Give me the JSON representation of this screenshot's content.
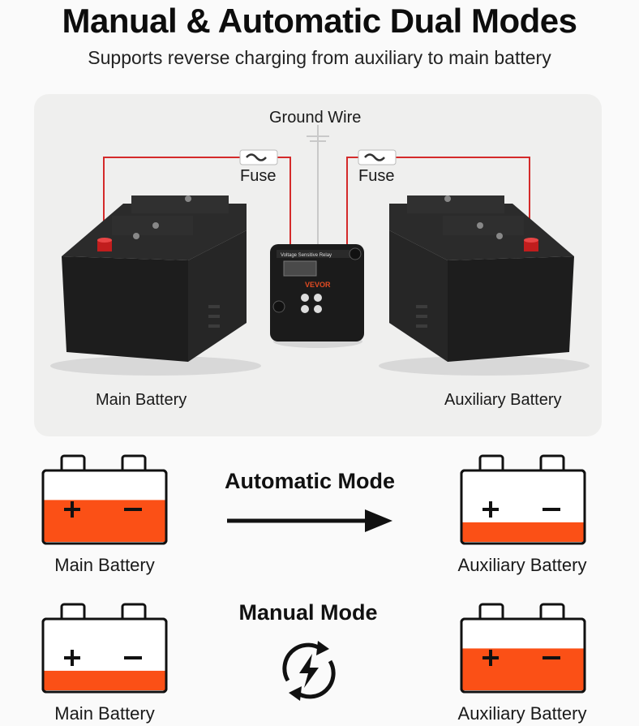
{
  "header": {
    "title": "Manual & Automatic Dual Modes",
    "subtitle": "Supports reverse charging from auxiliary to main battery"
  },
  "diagram": {
    "ground_wire_label": "Ground Wire",
    "fuse_left_label": "Fuse",
    "fuse_right_label": "Fuse",
    "main_battery_label": "Main Battery",
    "aux_battery_label": "Auxiliary Battery",
    "relay_brand": "VEVOR",
    "relay_name": "Voltage Sensitive Relay"
  },
  "modes": {
    "automatic": {
      "title": "Automatic Mode",
      "from_label": "Main Battery",
      "to_label": "Auxiliary Battery",
      "from_charge_level": 0.6,
      "to_charge_level": 0.28
    },
    "manual": {
      "title": "Manual Mode",
      "from_label": "Main Battery",
      "to_label": "Auxiliary Battery",
      "from_charge_level": 0.28,
      "to_charge_level": 0.6
    }
  },
  "colors": {
    "charge_fill": "#fb5016",
    "wire_red": "#d42a2a",
    "outline": "#111111"
  },
  "icons": [
    "fuse-icon",
    "arrow-right-icon",
    "sync-lightning-icon",
    "battery-icon"
  ]
}
